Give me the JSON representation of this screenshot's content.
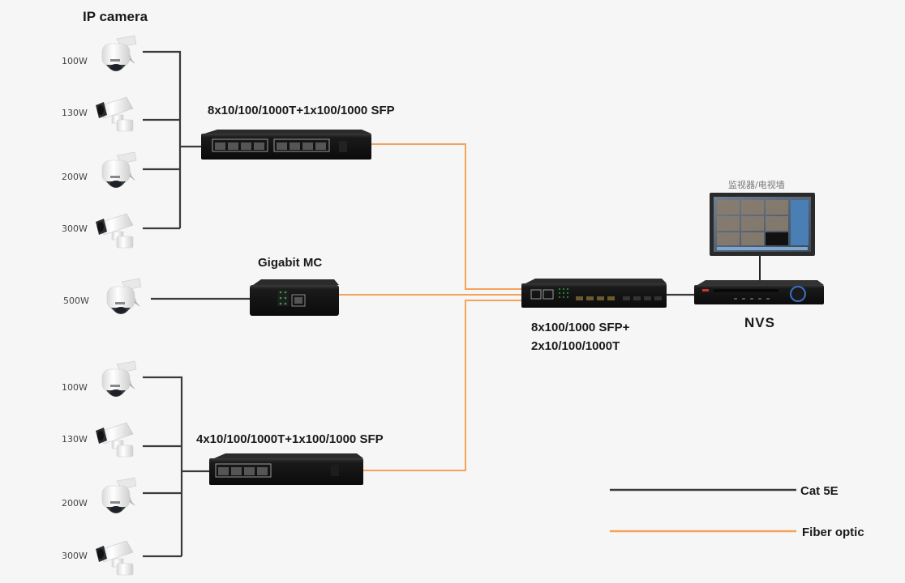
{
  "diagram": {
    "heading": "IP camera",
    "colors": {
      "cat5e": "#3a3a3a",
      "fiber": "#f5a25a",
      "device": "#151515",
      "background": "#f6f6f6"
    },
    "groups": {
      "top": {
        "switch_label": "8x10/100/1000T+1x100/1000 SFP",
        "cameras": [
          {
            "type": "dome",
            "watt": "100W"
          },
          {
            "type": "bullet",
            "watt": "130W"
          },
          {
            "type": "dome",
            "watt": "200W"
          },
          {
            "type": "bullet",
            "watt": "300W"
          }
        ]
      },
      "middle": {
        "mc_label": "Gigabit MC",
        "cameras": [
          {
            "type": "dome",
            "watt": "500W"
          }
        ]
      },
      "bottom": {
        "switch_label": "4x10/100/1000T+1x100/1000 SFP",
        "cameras": [
          {
            "type": "dome",
            "watt": "100W"
          },
          {
            "type": "bullet",
            "watt": "130W"
          },
          {
            "type": "dome",
            "watt": "200W"
          },
          {
            "type": "bullet",
            "watt": "300W"
          }
        ]
      }
    },
    "core_switch": {
      "line1": "8x100/1000 SFP+",
      "line2": "2x10/100/1000T"
    },
    "monitor_label": "监视器/电视墙",
    "nvs_label": "NVS",
    "legend": [
      {
        "label": "Cat 5E",
        "kind": "cat5e"
      },
      {
        "label": "Fiber optic",
        "kind": "fiber"
      }
    ]
  }
}
